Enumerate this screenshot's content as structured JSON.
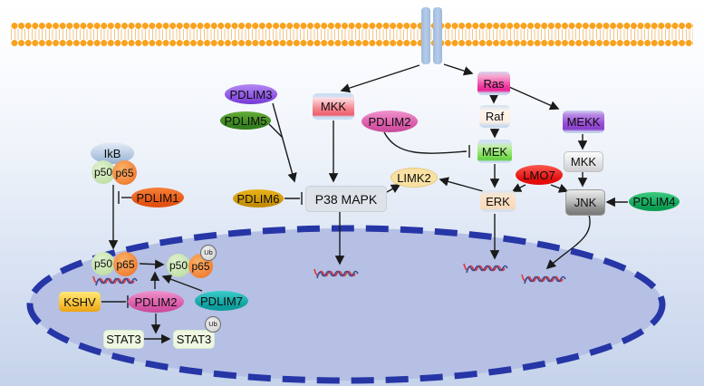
{
  "labels": {
    "ikb": "IkB",
    "p50": "p50",
    "p65": "p65",
    "pdlim1": "PDLIM1",
    "pdlim2": "PDLIM2",
    "pdlim3": "PDLIM3",
    "pdlim4": "PDLIM4",
    "pdlim5": "PDLIM5",
    "pdlim6": "PDLIM6",
    "pdlim7": "PDLIM7",
    "mkk": "MKK",
    "p38": "P38 MAPK",
    "limk2": "LIMK2",
    "ras": "Ras",
    "raf": "Raf",
    "mek": "MEK",
    "mekk": "MEKK",
    "jnk": "JNK",
    "erk": "ERK",
    "lmo7": "LMO7",
    "kshv": "KSHV",
    "stat3": "STAT3",
    "ub": "Ub"
  },
  "colors": {
    "membrane_bead": "#f9a21e",
    "nucleus_fill": "#b5c0e4",
    "nucleus_border": "#2636a6",
    "arrow": "#1a1a1a",
    "pdlim1": "#e86018",
    "pdlim2": "#d95aa8",
    "pdlim3": "#8a4fe2",
    "pdlim4": "#0b9e52",
    "pdlim5": "#347f1d",
    "pdlim6": "#c28d05",
    "pdlim7": "#0d9c9c",
    "lmo7": "#e30b0b",
    "limk2": "#f8e1a2",
    "ras": "#ef3fa2",
    "mek": "#7cdd55",
    "mekk": "#9a4fd6",
    "erk": "#f9d9ba",
    "kshv": "#f7c23a",
    "dna_red": "#e23535",
    "dna_blue": "#3c4c92"
  },
  "interactions": [
    "receptor -> MKK",
    "receptor -> Ras",
    "Ras -> Raf",
    "Raf -> MEK",
    "PDLIM2 -| MEK",
    "MEK -> ERK",
    "Ras -> MEKK",
    "MEKK -> MKK",
    "MKK -> JNK",
    "PDLIM4 -> JNK",
    "LMO7 -> JNK",
    "LMO7 -> ERK",
    "MKK -> P38 MAPK",
    "PDLIM3 -> P38 MAPK",
    "PDLIM5 -> P38 MAPK",
    "PDLIM6 -| P38 MAPK",
    "P38 MAPK -> LIMK2",
    "ERK -> LIMK2",
    "P38 MAPK -> DNA",
    "ERK -> DNA",
    "JNK -> DNA",
    "IkB/p50/p65 -> nuclear p50/p65",
    "PDLIM1 -| p50/p65 nuclear translocation",
    "p50/p65 -> p50/p65-Ub",
    "PDLIM2 -> p50/p65-Ub",
    "PDLIM7 -> p50/p65-Ub",
    "KSHV -| PDLIM2",
    "PDLIM2 -> STAT3 ubiquitination",
    "STAT3 -> STAT3-Ub"
  ]
}
